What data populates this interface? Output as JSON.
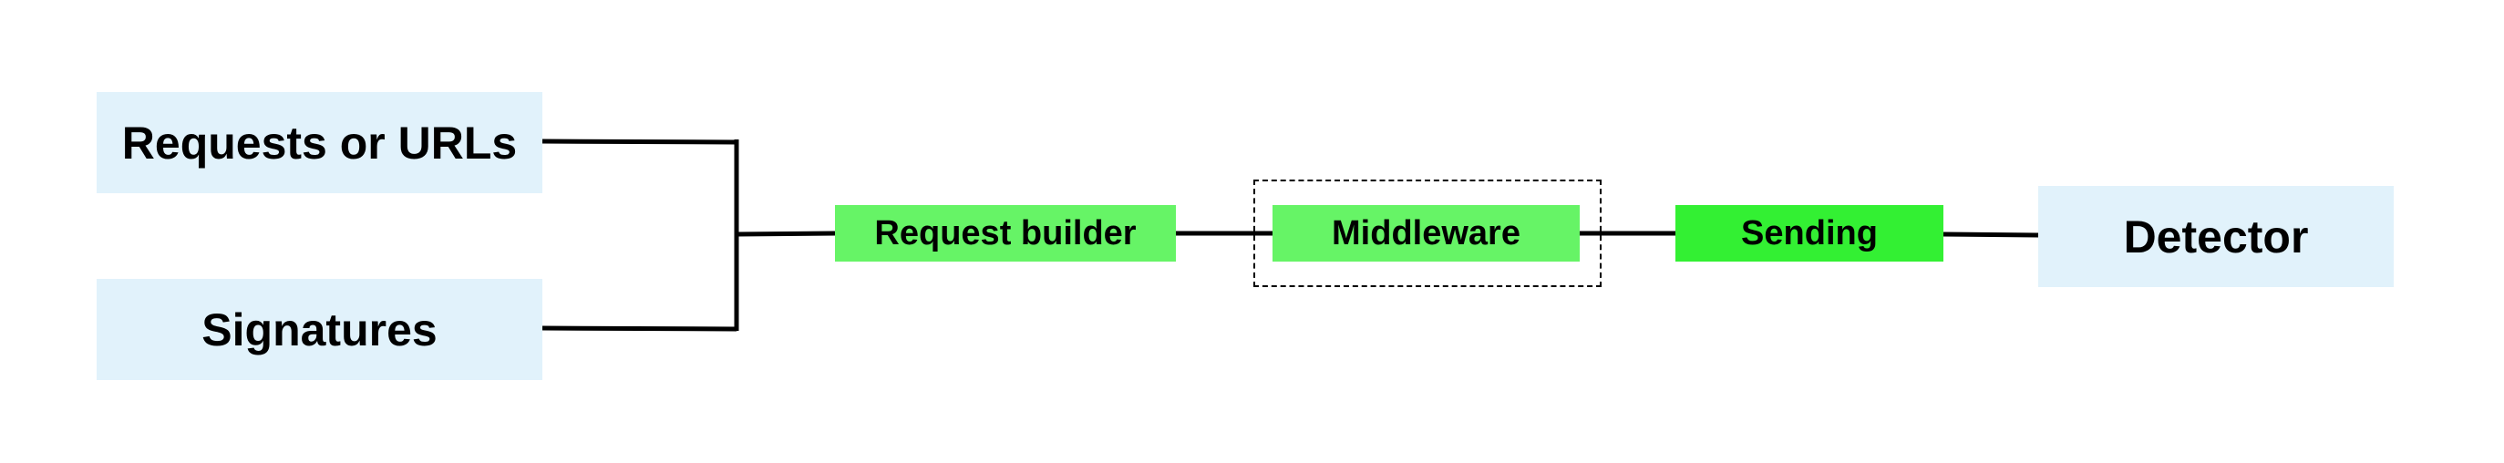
{
  "diagram": {
    "inputs": [
      {
        "id": "requests",
        "label": "Requests or URLs"
      },
      {
        "id": "signatures",
        "label": "Signatures"
      }
    ],
    "stages": [
      {
        "id": "request_builder",
        "label": "Request builder",
        "color": "#66f466"
      },
      {
        "id": "middleware",
        "label": "Middleware",
        "color": "#66f466"
      },
      {
        "id": "sending",
        "label": "Sending",
        "color": "#33f033"
      }
    ],
    "output": {
      "id": "detector",
      "label": "Detector"
    },
    "colors": {
      "input_fill": "#e1f2fb",
      "stage_fill": "#66f466",
      "sending_fill": "#33f033",
      "line": "#000000"
    }
  }
}
